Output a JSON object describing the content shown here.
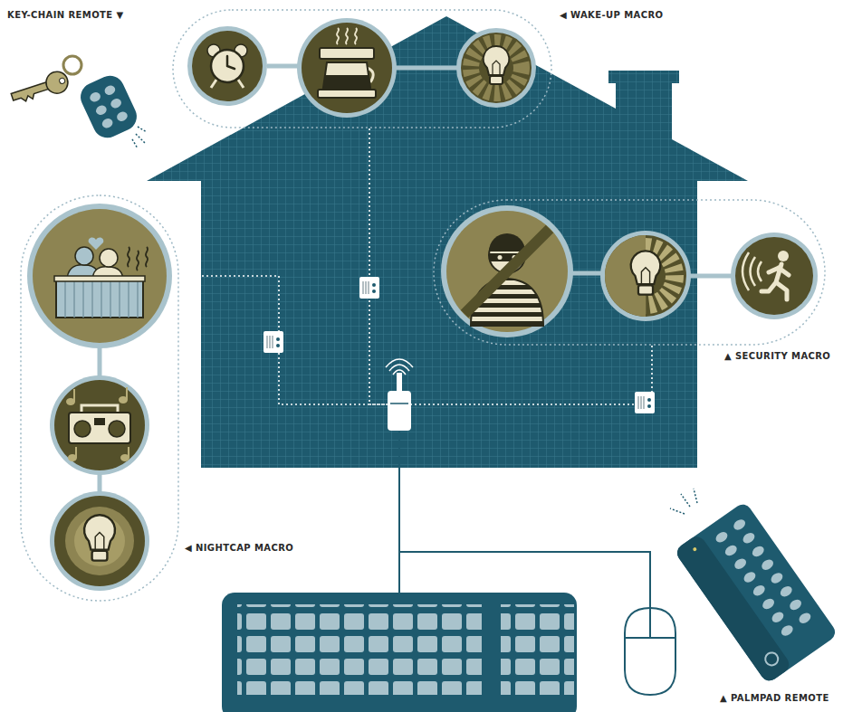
{
  "diagram": {
    "nodes": [
      {
        "text": [
          "◀ WAKE-UP MACRO"
        ]
      },
      {
        "text": [
          "▲ SECURITY MACRO"
        ]
      },
      {
        "text": [
          "◀ NIGHTCAP MACRO"
        ]
      }
    ],
    "labels": [
      "KEY-CHAIN REMOTE ▼",
      "▲ PALMPAD REMOTE"
    ]
  }
}
